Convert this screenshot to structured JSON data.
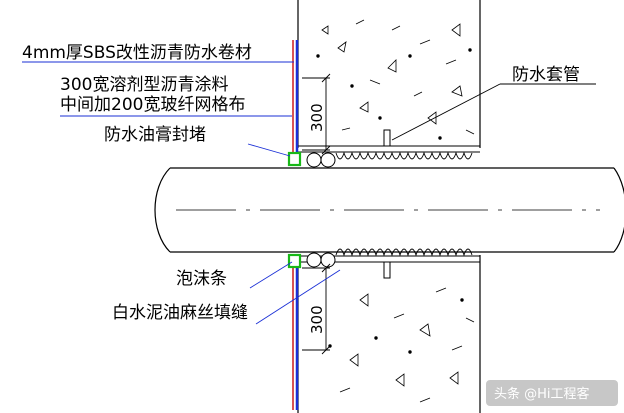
{
  "labels": {
    "sbs": "4mm厚SBS改性沥青防水卷材",
    "coating_1": "300宽溶剂型沥青涂料",
    "coating_2": "中间加200宽玻纤网格布",
    "seal": "防水油膏封堵",
    "sleeve": "防水套管",
    "foam": "泡沫条",
    "filler": "白水泥油麻丝填缝"
  },
  "dimensions": {
    "upper": "300",
    "lower": "300"
  },
  "watermark": "头条 @Hi工程客",
  "colors": {
    "membrane": "#1a2fd6",
    "coating": "#cc1a1a",
    "seal": "#18b818"
  }
}
